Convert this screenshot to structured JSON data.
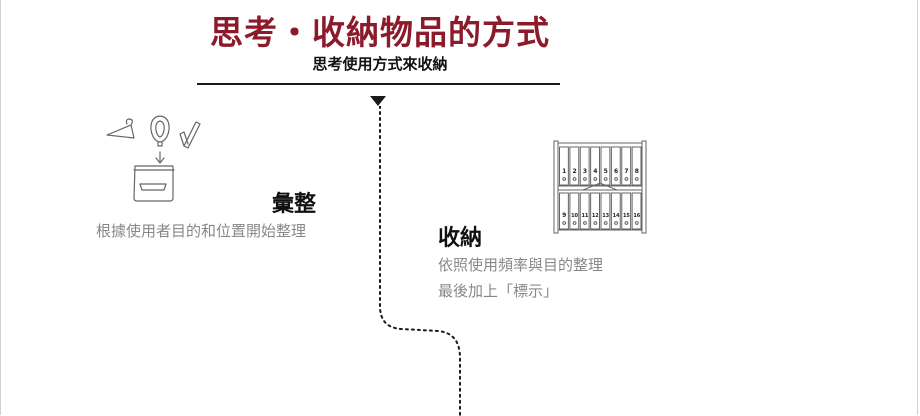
{
  "colors": {
    "title": "#8b1a2b",
    "heading": "#111111",
    "text": "#888888",
    "line": "#1a1a1a"
  },
  "header": {
    "title": "思考・收納物品的方式",
    "subtitle": "思考使用方式來收納"
  },
  "steps": [
    {
      "heading": "彙整",
      "lines": [
        "根據使用者目的和位置開始整理"
      ],
      "icon": "hangers-and-storage-box-icon"
    },
    {
      "heading": "收納",
      "lines": [
        "依照使用頻率與目的整理",
        "最後加上「標示」"
      ],
      "icon": "labeled-file-shelf-icon",
      "shelf_labels": {
        "top": [
          "1",
          "2",
          "3",
          "4",
          "5",
          "6",
          "7",
          "8"
        ],
        "bottom": [
          "9",
          "10",
          "11",
          "12",
          "13",
          "14",
          "15",
          "16"
        ]
      }
    }
  ]
}
